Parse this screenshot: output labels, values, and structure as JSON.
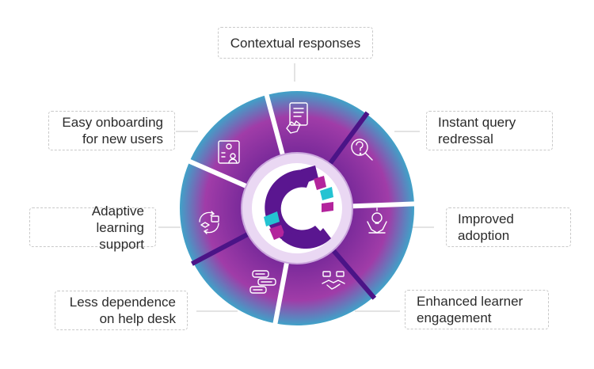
{
  "labels": {
    "top": "Contextual responses",
    "top_right": "Instant query\nredressal",
    "right": "Improved\nadoption",
    "bottom_right": "Enhanced learner\nengagement",
    "bottom_left": "Less dependence\non help desk",
    "left": "Adaptive learning\nsupport",
    "top_left": "Easy onboarding\nfor new users"
  },
  "segment_icons": [
    "document-touch-icon",
    "question-search-icon",
    "lightbulb-hands-icon",
    "handshake-chat-icon",
    "chat-bubbles-icon",
    "learning-cycle-icon",
    "user-settings-icon"
  ],
  "colors": {
    "teal": "#2bb8cf",
    "purple": "#7a2a9a",
    "deep_purple": "#4b1487",
    "ring_light": "#ead8f3",
    "logo_purple": "#5a1690",
    "logo_magenta": "#b3249c",
    "logo_teal": "#24c3d2",
    "connector": "#c7c7c7"
  }
}
